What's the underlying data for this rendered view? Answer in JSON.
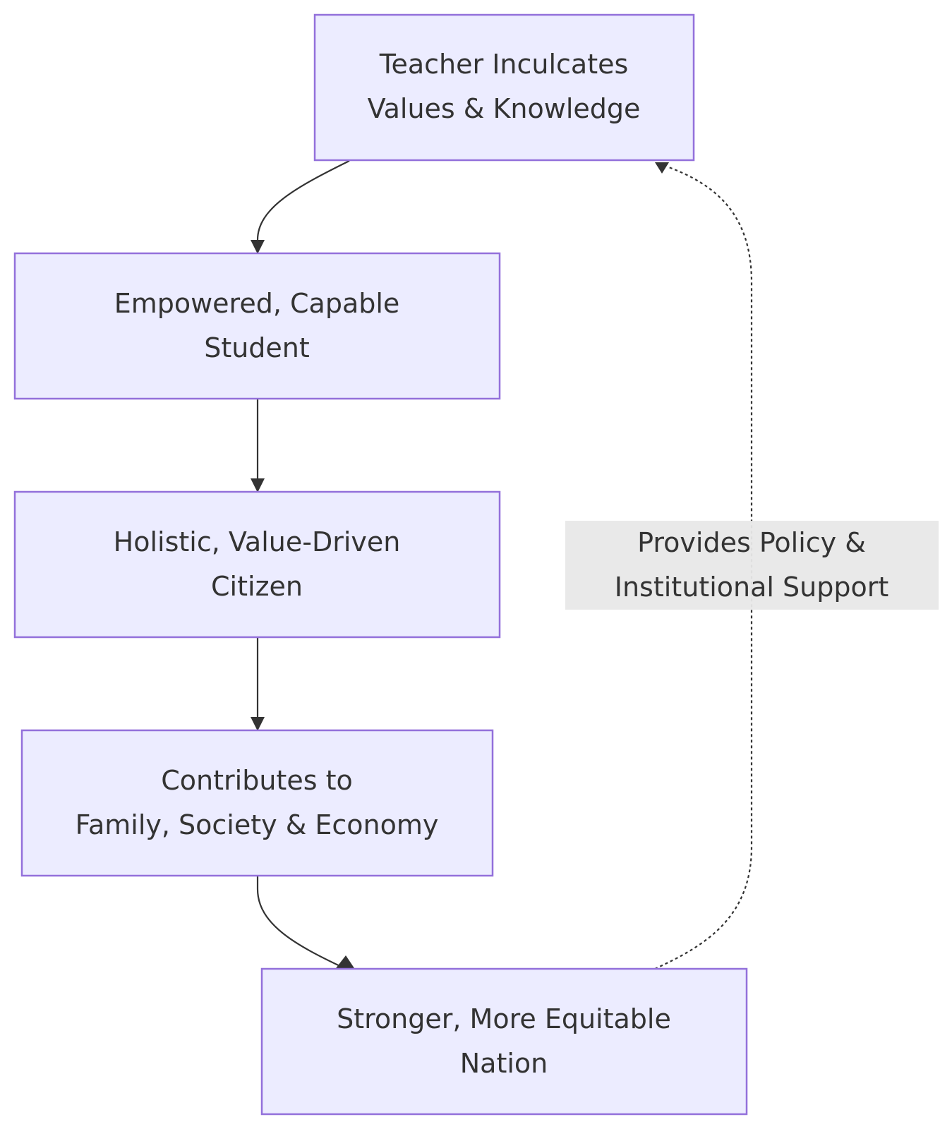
{
  "diagram": {
    "type": "flowchart",
    "direction": "top-down",
    "colors": {
      "node_fill": "#ECECFF",
      "node_stroke": "#9370DB",
      "text": "#333333",
      "edge": "#333333",
      "edge_label_bg": "#e8e8e8"
    },
    "nodes": [
      {
        "id": "teacher",
        "lines": [
          "Teacher Inculcates",
          "Values & Knowledge"
        ]
      },
      {
        "id": "student",
        "lines": [
          "Empowered, Capable",
          "Student"
        ]
      },
      {
        "id": "citizen",
        "lines": [
          "Holistic, Value-Driven",
          "Citizen"
        ]
      },
      {
        "id": "contributes",
        "lines": [
          "Contributes to",
          "Family, Society & Economy"
        ]
      },
      {
        "id": "nation",
        "lines": [
          "Stronger, More Equitable",
          "Nation"
        ]
      }
    ],
    "edges": [
      {
        "from": "teacher",
        "to": "student",
        "style": "solid"
      },
      {
        "from": "student",
        "to": "citizen",
        "style": "solid"
      },
      {
        "from": "citizen",
        "to": "contributes",
        "style": "solid"
      },
      {
        "from": "contributes",
        "to": "nation",
        "style": "solid"
      },
      {
        "from": "nation",
        "to": "teacher",
        "style": "dotted",
        "label": [
          "Provides Policy &",
          "Institutional Support"
        ]
      }
    ]
  }
}
